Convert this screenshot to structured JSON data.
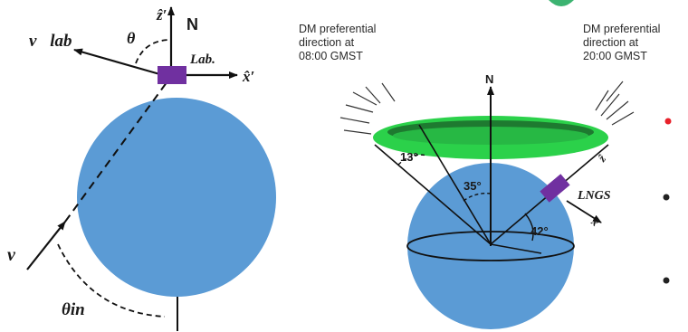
{
  "left_panel": {
    "v_lab": "v⃗lab",
    "theta": "θ",
    "z_prime": "ẑ′",
    "north": "N",
    "lab": "Lab.",
    "x_prime": "x̂′",
    "v": "v⃗",
    "theta_in": "θin"
  },
  "right_panel": {
    "dm_left": [
      "DM preferential",
      "direction at",
      "08:00 GMST"
    ],
    "dm_right": [
      "DM preferential",
      "direction at",
      "20:00 GMST"
    ],
    "north": "N",
    "angle_13": "13°",
    "angle_35": "35°",
    "angle_42": "42°",
    "lngs": "LNGS",
    "z_hat": "ẑ",
    "x_hat": "x̂"
  },
  "colors": {
    "globe": "#5b9bd5",
    "cone_ring": "#2bd14a",
    "cone_ring_dark": "#1e7a30",
    "detector": "#7030a0",
    "bullet_red": "#e8212a",
    "bullet_dark": "#222222",
    "corner_accent": "#3cb371"
  },
  "icons": {
    "detector_left": "detector-block",
    "detector_right": "detector-block"
  }
}
